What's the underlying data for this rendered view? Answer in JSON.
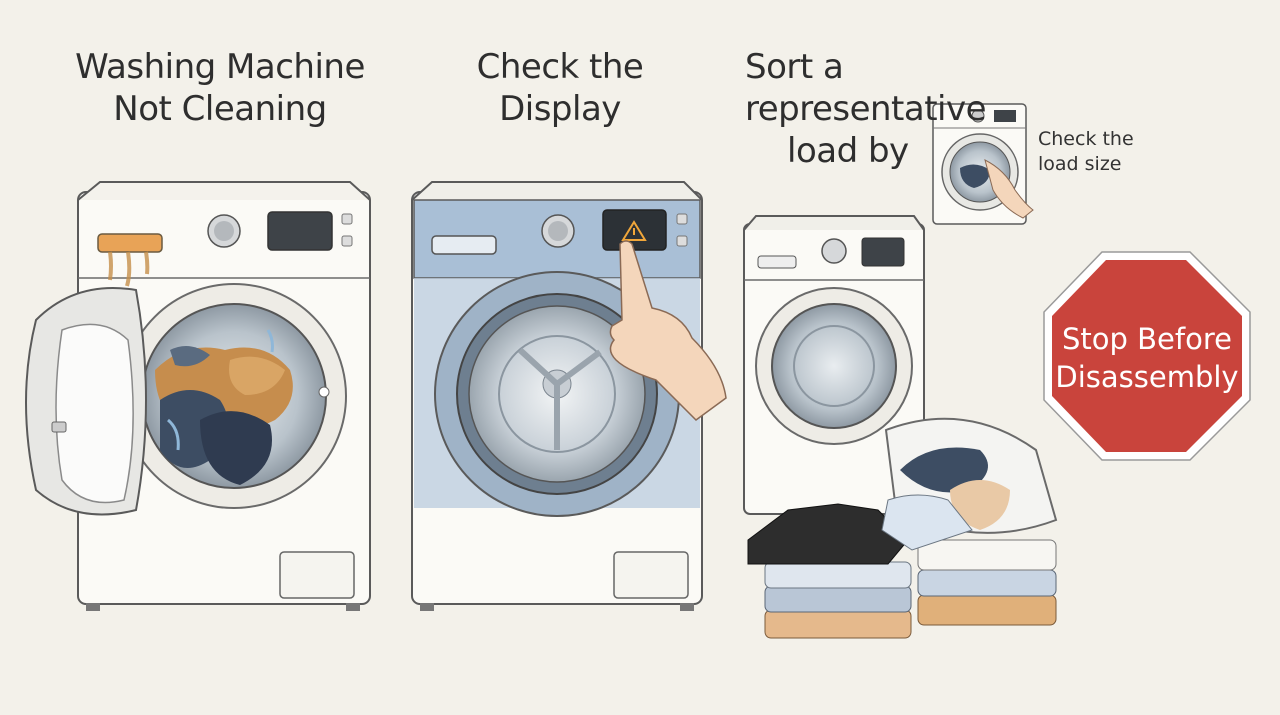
{
  "panels": [
    {
      "title_lines": [
        "Washing Machine",
        "Not Cleaning"
      ]
    },
    {
      "title_lines": [
        "Check the",
        "Display"
      ]
    },
    {
      "title_lines": [
        "Sort a representative",
        "load by"
      ]
    }
  ],
  "inset": {
    "caption_lines": [
      "Check the",
      "load size"
    ]
  },
  "stop_sign": {
    "text_lines": [
      "Stop Before",
      "Disassembly"
    ],
    "color": "#c9443c"
  },
  "colors": {
    "background": "#f3f1ea",
    "machine_blue": "#a9bfd6",
    "outline": "#5a5a5a"
  },
  "icons": [
    "warning-icon",
    "pointing-hand-icon"
  ]
}
